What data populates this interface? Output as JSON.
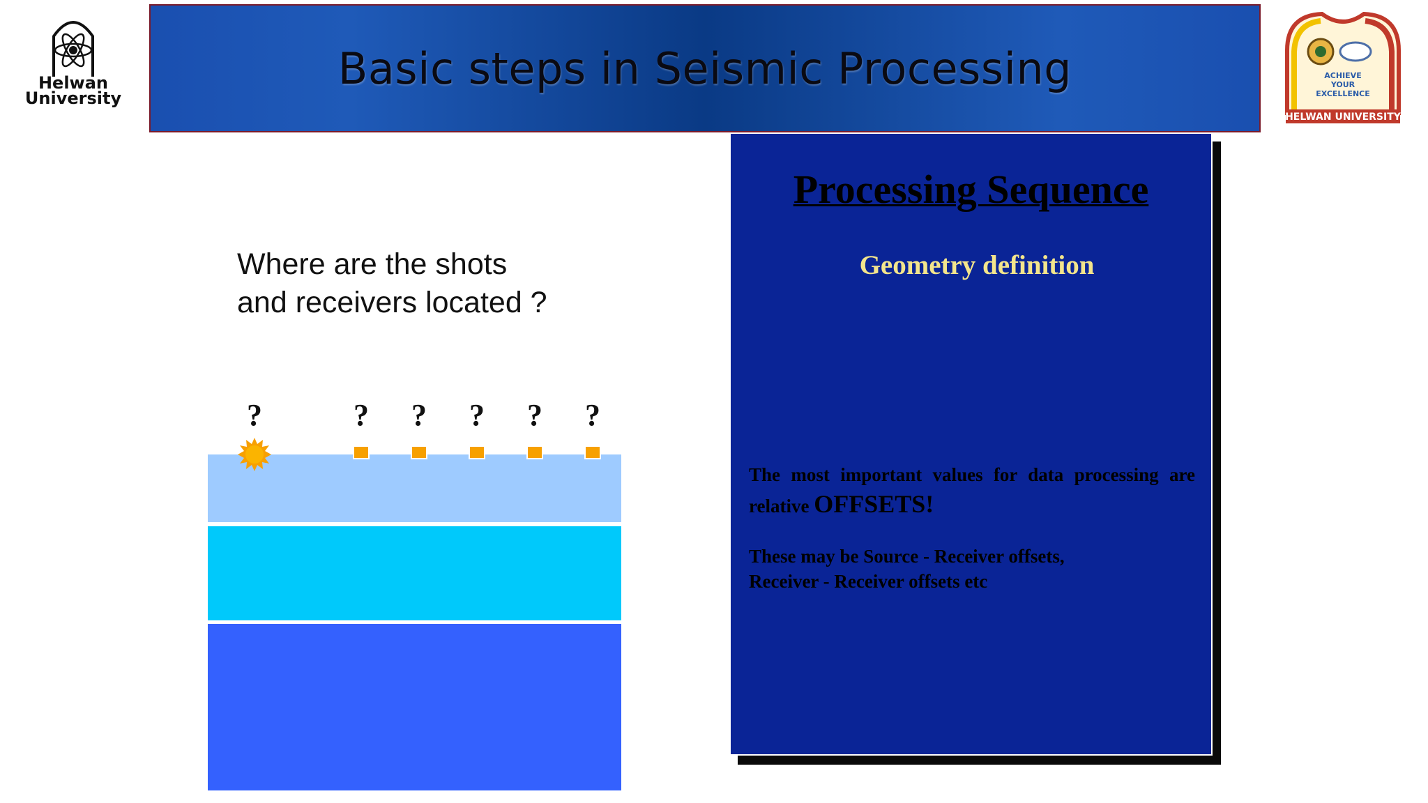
{
  "header": {
    "title": "Basic steps in Seismic Processing"
  },
  "logos": {
    "left_text_line1": "Helwan",
    "left_text_line2": "University",
    "right_text": "HELWAN UNIVERSITY",
    "right_motto_1": "ACHIEVE",
    "right_motto_2": "YOUR",
    "right_motto_3": "EXCELLENCE"
  },
  "question": {
    "line1": "Where are the shots",
    "line2": "and receivers located ?"
  },
  "diagram": {
    "marks": [
      "?",
      "?",
      "?",
      "?",
      "?",
      "?"
    ],
    "layer_colors": [
      "#9ecbff",
      "#00c9fb",
      "#3461fe"
    ],
    "source_color": "#f7a000",
    "receiver_color": "#f7a000"
  },
  "panel": {
    "title": "Processing Sequence",
    "subtitle": "Geometry definition",
    "body1_text": "The most important values for data processing are relative ",
    "body1_emphasis": "OFFSETS!",
    "body2_line1": "These may be Source - Receiver offsets,",
    "body2_line2": "Receiver - Receiver offsets etc",
    "background_color": "#0a2496",
    "subtitle_color": "#f3e58c"
  }
}
